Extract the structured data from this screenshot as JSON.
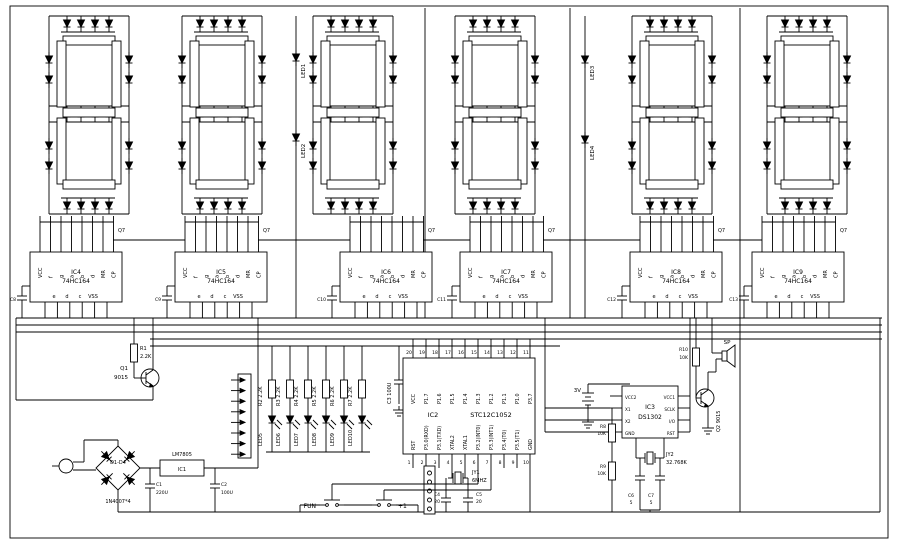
{
  "sep_leds": [
    "LED1",
    "LED2",
    "LED3",
    "LED4"
  ],
  "sr": {
    "part": "74HC164",
    "q7": "Q7",
    "pins_top": [
      "VCC",
      "f",
      "g",
      "a",
      "b",
      "d",
      "MR",
      "CP"
    ],
    "pins_bottom": [
      "e",
      "d",
      "c",
      "VSS"
    ],
    "items": [
      {
        "ref": "IC4",
        "cap": "C8"
      },
      {
        "ref": "IC5",
        "cap": "C9"
      },
      {
        "ref": "IC6",
        "cap": "C10"
      },
      {
        "ref": "IC7",
        "cap": "C11"
      },
      {
        "ref": "IC8",
        "cap": "C12"
      },
      {
        "ref": "IC9",
        "cap": "C13"
      }
    ]
  },
  "mcu": {
    "ref": "IC2",
    "part": "STC12C1052",
    "pins_top": [
      "VCC",
      "P1.7",
      "P1.6",
      "P1.5",
      "P1.4",
      "P1.3",
      "P1.2",
      "P1.1",
      "P1.0",
      "P3.7"
    ],
    "pins_bottom": [
      "RST",
      "P3.0(RXD)",
      "P3.1(TXD)",
      "XTAL2",
      "XTAL1",
      "P3.2(INT0)",
      "P3.3(INT1)",
      "P3.4(T0)",
      "P3.5(T1)",
      "GND"
    ],
    "nums_top": [
      "20",
      "19",
      "18",
      "17",
      "16",
      "15",
      "14",
      "13",
      "12",
      "11"
    ],
    "nums_bottom": [
      "1",
      "2",
      "3",
      "4",
      "5",
      "6",
      "7",
      "8",
      "9",
      "10"
    ]
  },
  "rtc": {
    "ref": "IC3",
    "part": "DS1302",
    "battery": "3V",
    "pins_left": [
      "VCC2",
      "X1",
      "X2",
      "GND"
    ],
    "pins_right": [
      "VCC1",
      "SCLK",
      "I/O",
      "RST"
    ],
    "xtal_ref": "JY2",
    "xtal_val": "32.768K",
    "c6_ref": "C6",
    "c6_val": "5",
    "c7_ref": "C7",
    "c7_val": "5",
    "r8_ref": "R8",
    "r8_val": "10K",
    "r9_ref": "R9",
    "r9_val": "10K"
  },
  "seg_drive": {
    "labels": [
      "R2 2.2K",
      "R3 2.2K",
      "R4 2.2K",
      "R5 2.2K",
      "R6 2.2K",
      "R7 2.2K"
    ],
    "leds": [
      "LED5",
      "LED6",
      "LED7",
      "LED8",
      "LED9",
      "LED10"
    ]
  },
  "digit_drive": {
    "q1_ref": "Q1",
    "q1_part": "9015",
    "r1_ref": "R1",
    "r1_val": "2.2K"
  },
  "mcu_support": {
    "c3": "C3 100U",
    "xtal_ref": "JY1",
    "xtal_val": "6MHZ",
    "c4_ref": "C4",
    "c4_val": "20",
    "c5_ref": "C5",
    "c5_val": "20",
    "btn_fun": "FUN",
    "btn_plus": "+1"
  },
  "alarm": {
    "r10_ref": "R10",
    "r10_val": "10K",
    "sp": "SP",
    "q2": "Q2 9015"
  },
  "power": {
    "bridge_ref": "D1-D4",
    "bridge_part": "1N4007*4",
    "reg_ref": "IC1",
    "reg_part": "LM7805",
    "c1_ref": "C1",
    "c1_val": "220U",
    "c2_ref": "C2",
    "c2_val": "100U"
  }
}
